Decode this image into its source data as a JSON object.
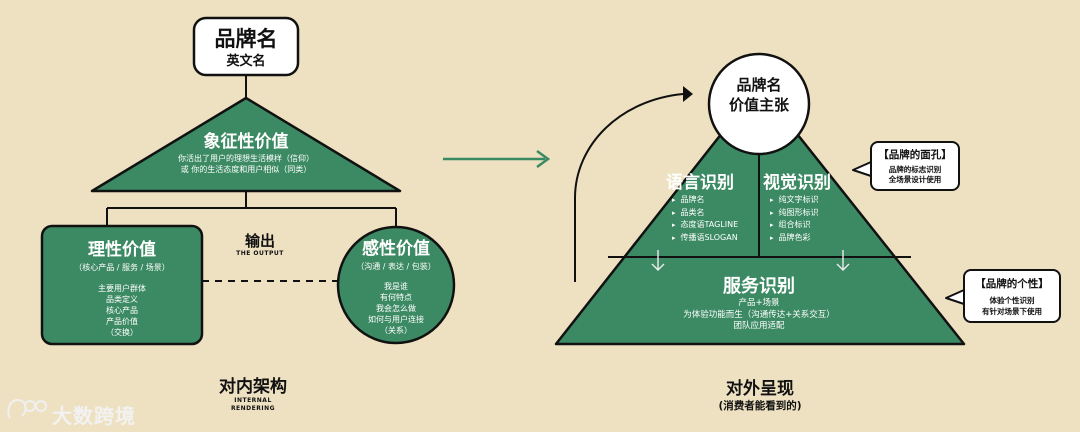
{
  "left": {
    "brand_title": "品牌名",
    "brand_subtitle": "英文名",
    "symbolic_title": "象征性价值",
    "symbolic_desc_1": "你活出了用户的理想生活模样（信仰）",
    "symbolic_desc_2": "或  你的生活态度和用户相似（同类）",
    "output_title": "输出",
    "output_sub": "THE OUTPUT",
    "rational_title": "理性价值",
    "rational_sub": "（核心产品 / 服务 / 场景）",
    "rational_items": [
      "主要用户群体",
      "品类定义",
      "核心产品",
      "产品价值",
      "（交换）"
    ],
    "emotional_title": "感性价值",
    "emotional_sub": "（沟通 / 表达 / 包装）",
    "emotional_items": [
      "我是谁",
      "有何特点",
      "我会怎么做",
      "如何与用户连接",
      "（关系）"
    ],
    "footer_title": "对内架构",
    "footer_sub_1": "INTERNAL",
    "footer_sub_2": "RENDERING"
  },
  "right": {
    "top_title_1": "品牌名",
    "top_title_2": "价值主张",
    "language_title": "语言识别",
    "language_items": [
      "品牌名",
      "品类名",
      "态度语TAGLINE",
      "传播语SLOGAN"
    ],
    "visual_title": "视觉识别",
    "visual_items": [
      "纯文字标识",
      "纯图形标识",
      "组合标识",
      "品牌色彩"
    ],
    "service_title": "服务识别",
    "service_desc": [
      "产品+场景",
      "为体验功能而生（沟通传达+关系交互）",
      "团队应用适配"
    ],
    "face_head": "【品牌的面孔】",
    "face_body": [
      "品牌的标志识别",
      "全场景设计使用"
    ],
    "personality_head": "【品牌的个性】",
    "personality_body": [
      "体验个性识别",
      "有针对场景下使用"
    ],
    "footer_title": "对外呈现",
    "footer_sub": "(消费者能看到的)"
  },
  "watermark": "大数跨境",
  "colors": {
    "background": "#EDE1C1",
    "green": "#3C8A63",
    "outline": "#111111"
  }
}
